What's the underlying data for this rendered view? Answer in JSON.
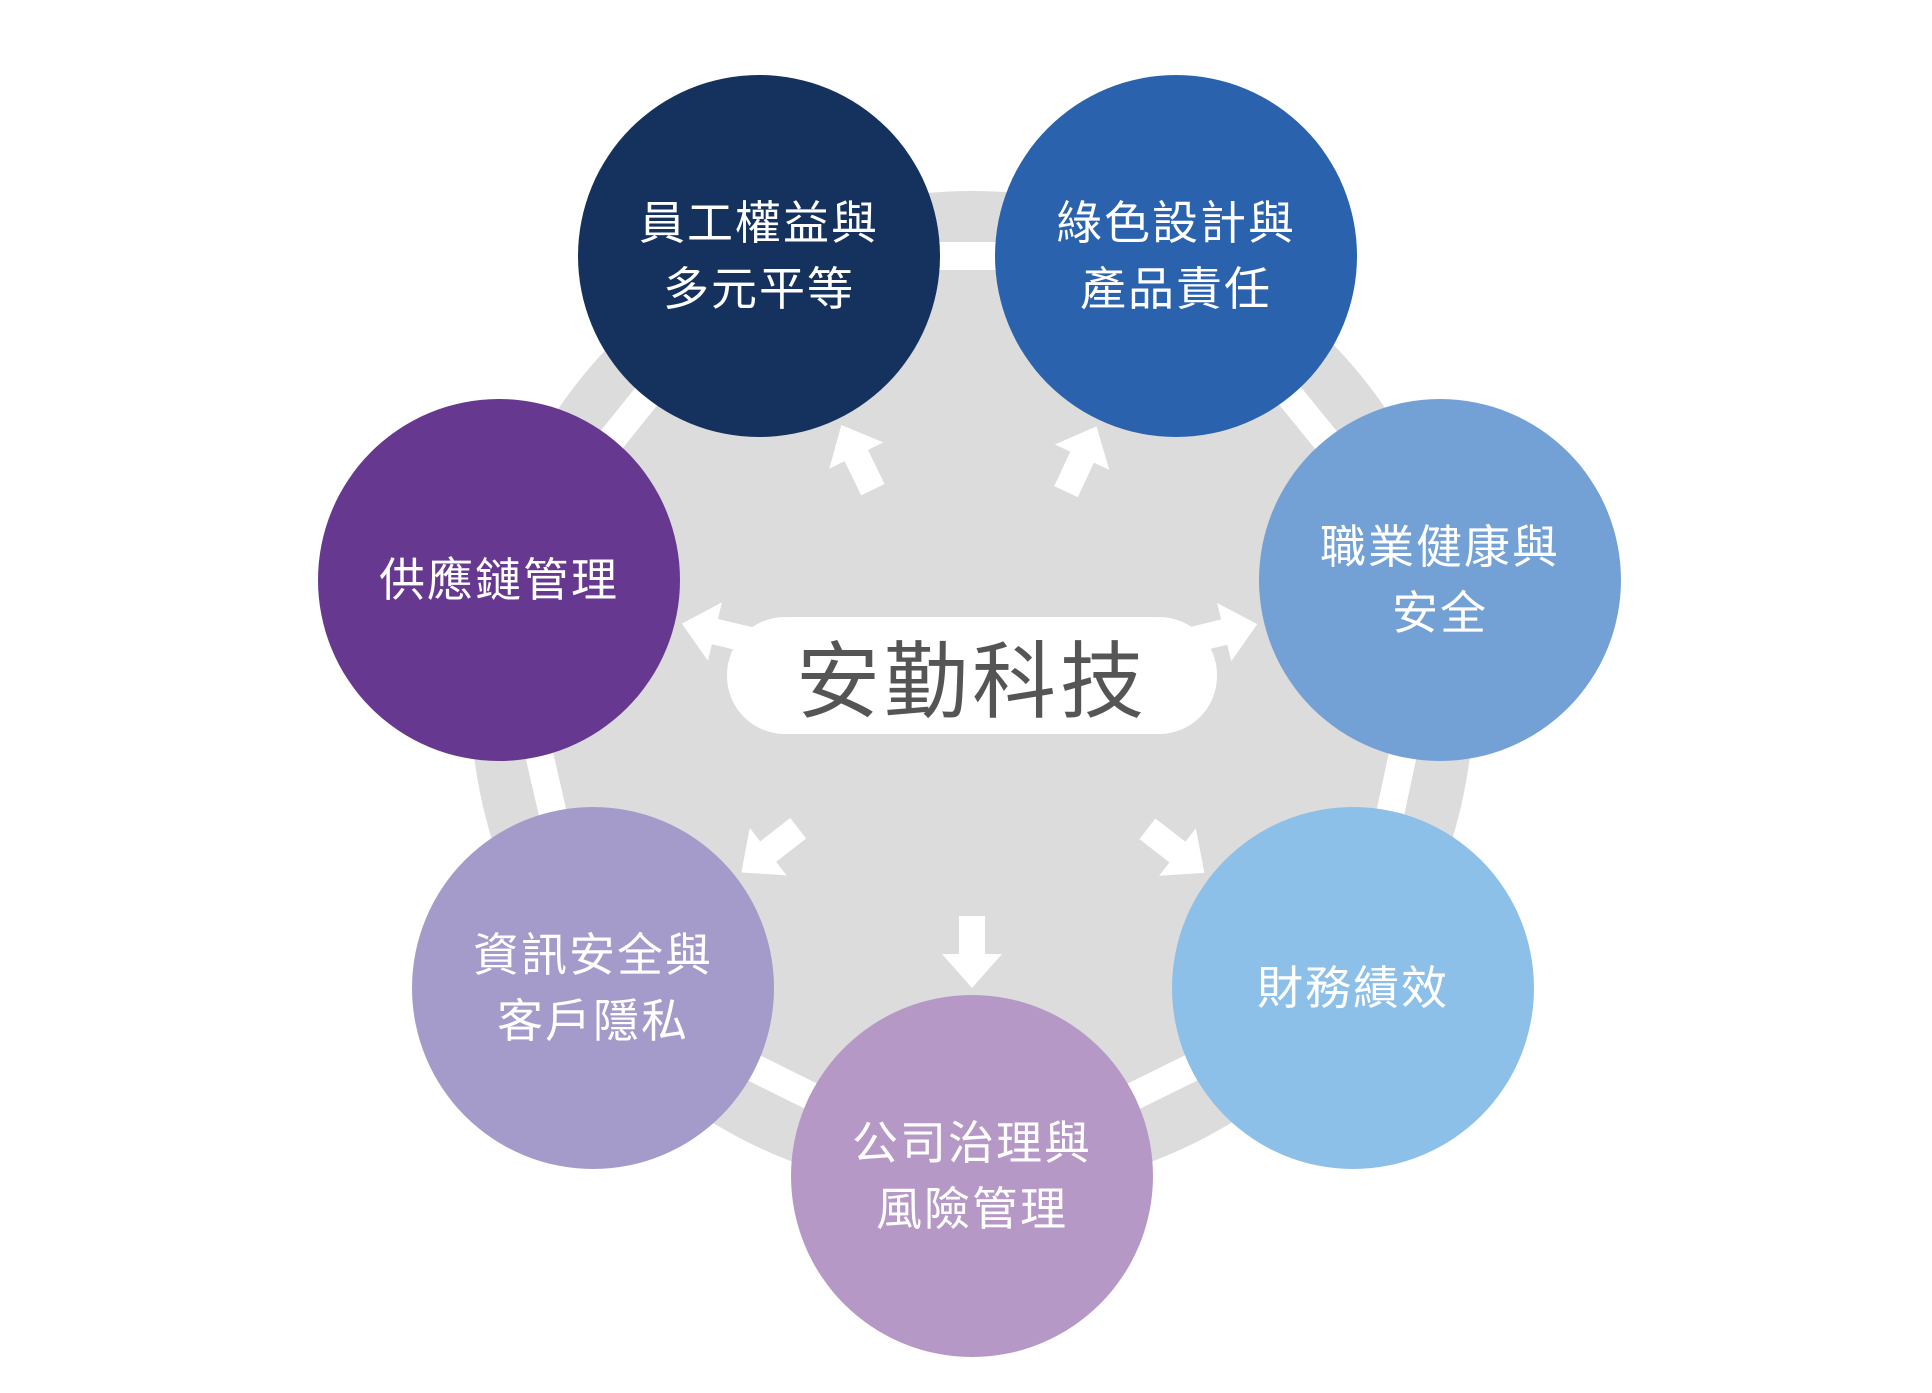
{
  "center": {
    "label": "安勤科技"
  },
  "colors": {
    "ring_bg": "#dcdcdc",
    "connector": "#ffffff",
    "arrow": "#ffffff"
  },
  "nodes": [
    {
      "lines": [
        "員工權益與",
        "多元平等"
      ],
      "color": "#15325f"
    },
    {
      "lines": [
        "綠色設計與",
        "產品責任"
      ],
      "color": "#2a62ae"
    },
    {
      "lines": [
        "職業健康與",
        "安全"
      ],
      "color": "#74a1d5"
    },
    {
      "lines": [
        "財務績效"
      ],
      "color": "#8dc0e8"
    },
    {
      "lines": [
        "公司治理與",
        "風險管理"
      ],
      "color": "#b698c6"
    },
    {
      "lines": [
        "資訊安全與",
        "客戶隱私"
      ],
      "color": "#a59bca"
    },
    {
      "lines": [
        "供應鏈管理"
      ],
      "color": "#66388f"
    }
  ]
}
